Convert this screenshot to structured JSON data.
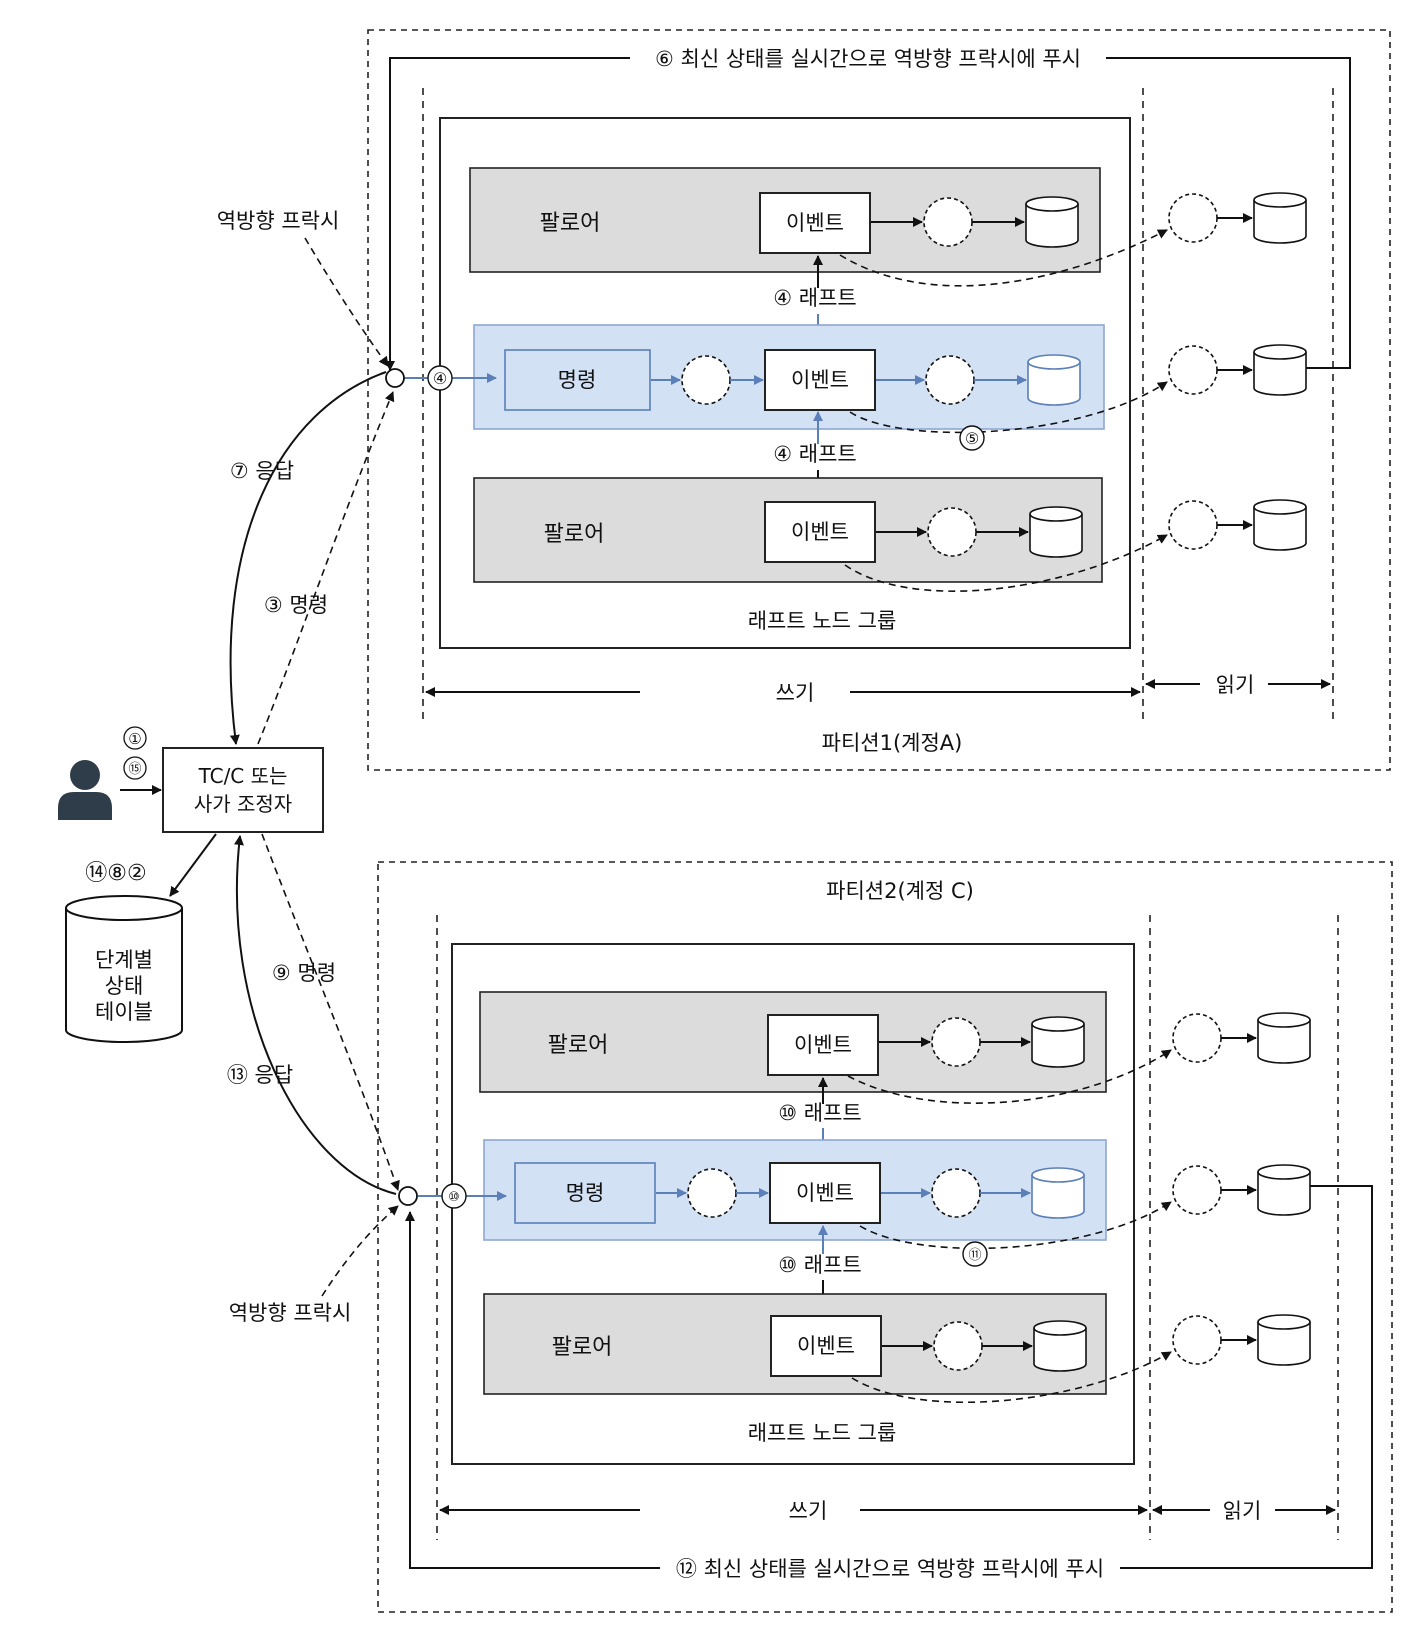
{
  "reverse_proxy_label": "역방향 프락시",
  "coordinator": {
    "line1": "TC/C 또는",
    "line2": "사가 조정자",
    "steps": [
      "①",
      "⑮"
    ]
  },
  "state_table": {
    "steps": "⑭⑧②",
    "line1": "단계별",
    "line2": "상태",
    "line3": "테이블"
  },
  "partition1": {
    "title": "파티션1(계정A)",
    "push_label": "⑥ 최신 상태를 실시간으로 역방향 프락시에 푸시",
    "response_label": "⑦ 응답",
    "command_label": "③ 명령",
    "entry_step": "④",
    "raft_label": "④ 래프트",
    "event_step": "⑤",
    "group_label": "래프트 노드 그룹",
    "write_label": "쓰기",
    "read_label": "읽기"
  },
  "partition2": {
    "title": "파티션2(계정 C)",
    "push_label": "⑫ 최신 상태를 실시간으로 역방향 프락시에 푸시",
    "response_label": "⑬ 응답",
    "command_label": "⑨ 명령",
    "entry_step": "⑩",
    "raft_label": "⑩ 래프트",
    "event_step": "⑪",
    "group_label": "래프트 노드 그룹",
    "write_label": "쓰기",
    "read_label": "읽기"
  },
  "node": {
    "follower": "팔로어",
    "command": "명령",
    "event": "이벤트"
  },
  "colors": {
    "follower_bg": "#dcdcdc",
    "leader_bg": "#d3e1f5",
    "leader_border": "#8ea7d2",
    "arrow_blue": "#5b7fb8"
  }
}
